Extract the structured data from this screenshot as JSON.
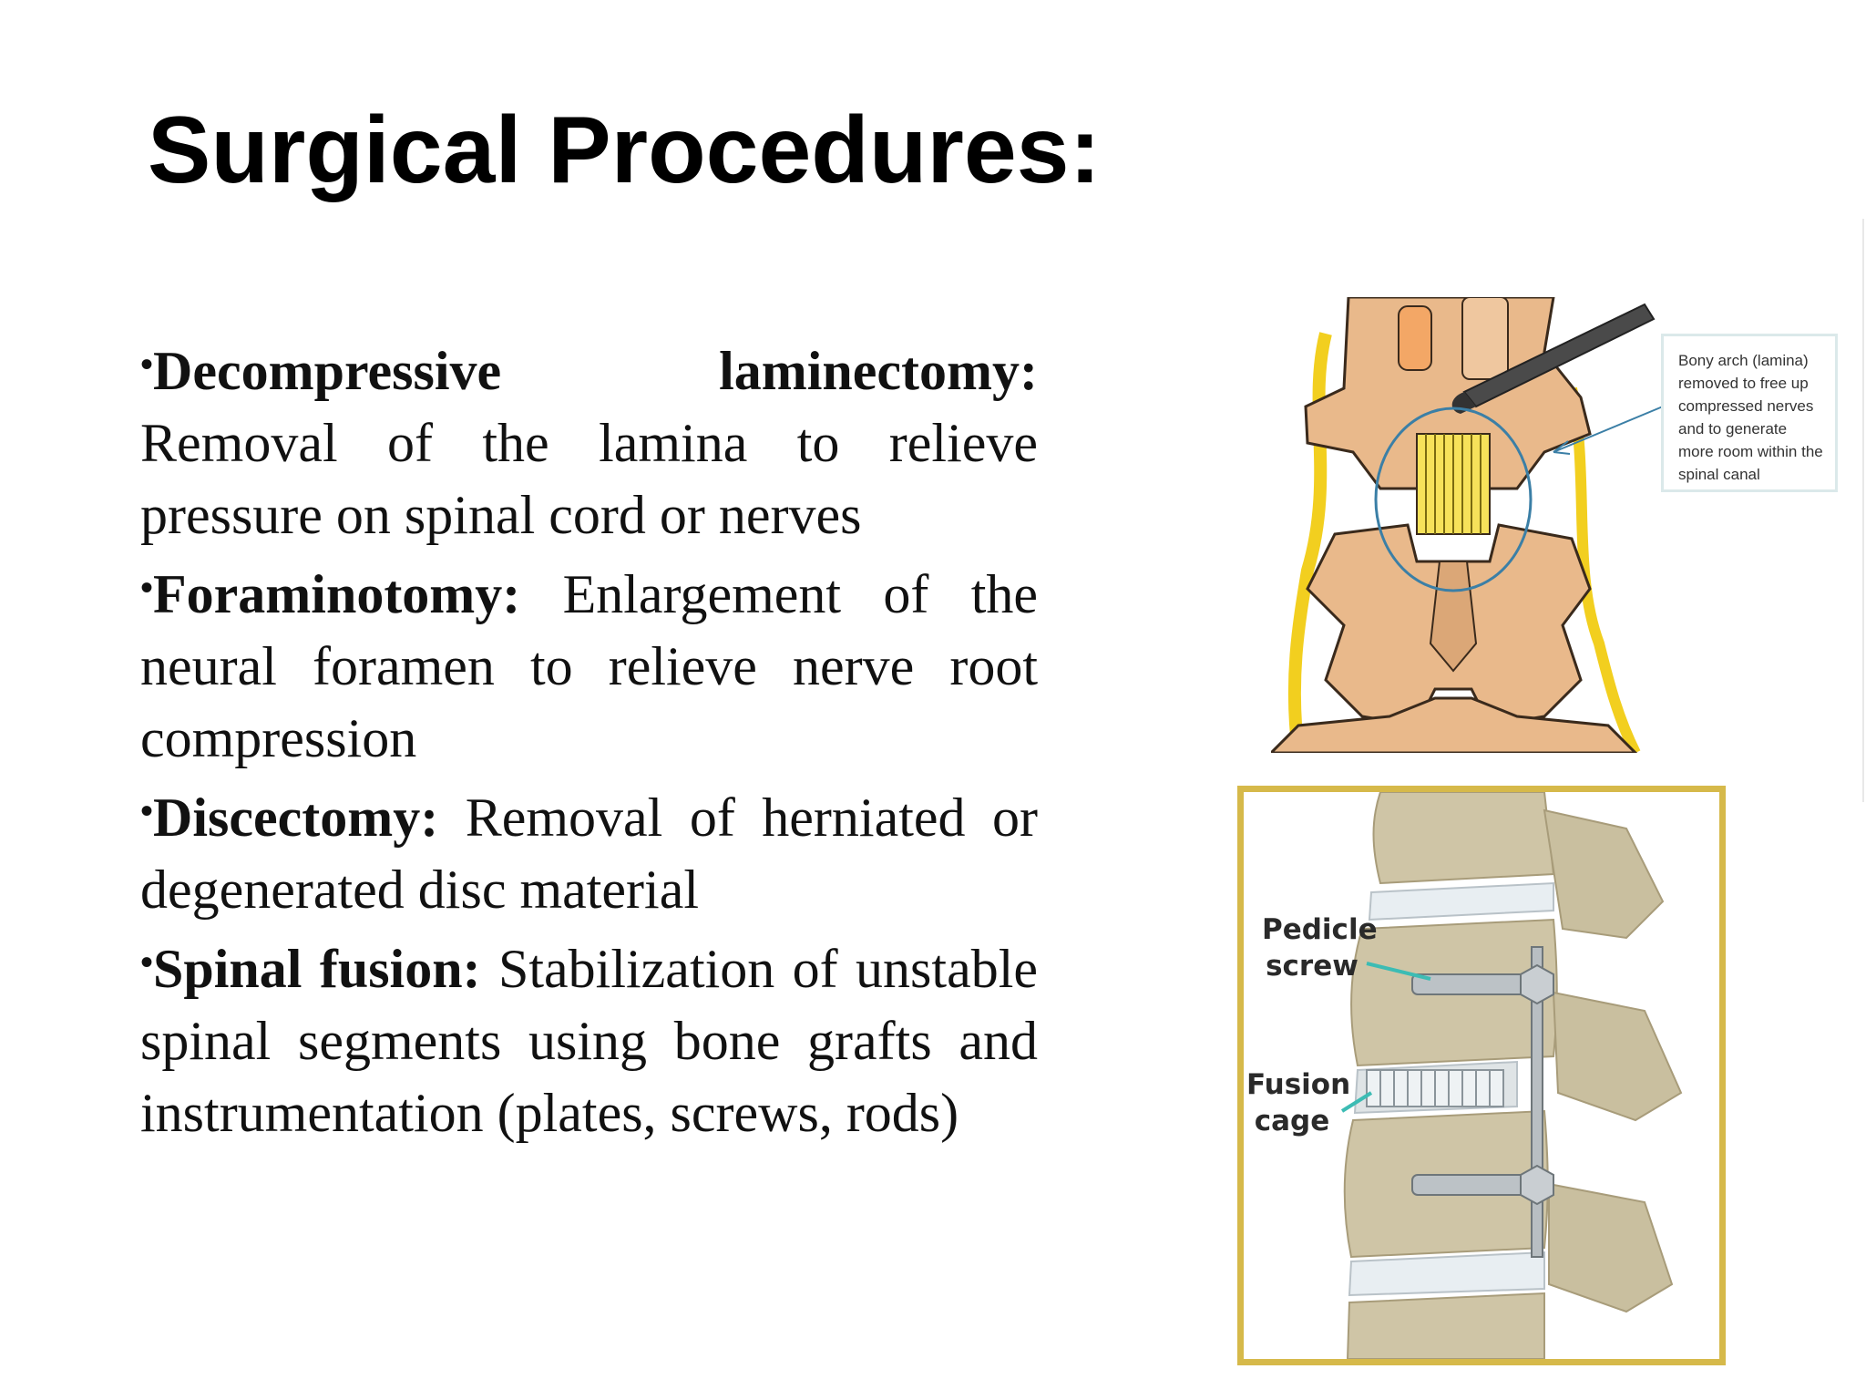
{
  "title": "Surgical Procedures:",
  "bullet_marker": "•",
  "procedures": [
    {
      "term": "Decompressive laminectomy:",
      "description": "Removal of the lamina to relieve pressure on spinal cord or nerves"
    },
    {
      "term": "Foraminotomy:",
      "description": "Enlargement of the neural foramen to relieve nerve root compression"
    },
    {
      "term": "Discectomy:",
      "description": "Removal of herniated or degenerated disc material"
    },
    {
      "term": "Spinal fusion:",
      "description": "Stabilization of unstable spinal segments using bone grafts and instrumentation (plates, screws, rods)"
    }
  ],
  "figure1": {
    "callout": "Bony arch (lamina) removed to free up compressed nerves and to generate more room within the spinal canal"
  },
  "figure2": {
    "label_pedicle_line1": "Pedicle",
    "label_pedicle_line2": "screw",
    "label_cage_line1": "Fusion",
    "label_cage_line2": "cage"
  },
  "colors": {
    "bone": "#e9b98b",
    "bone_outline": "#3a2a1c",
    "nerve": "#f2cf1f",
    "circle": "#3b7fa6",
    "frame": "#d6b94a",
    "fusion_bone": "#cfc5a6",
    "teal_pointer": "#3cbcb4"
  }
}
